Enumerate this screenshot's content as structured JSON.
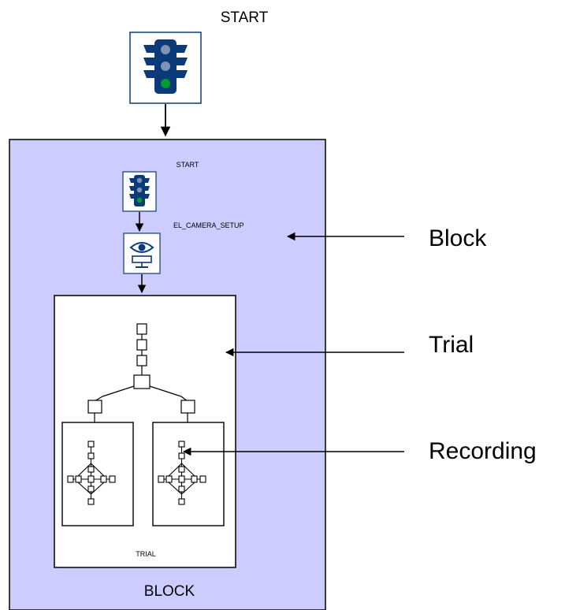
{
  "diagram": {
    "top_node_label": "START",
    "block": {
      "start_label": "START",
      "camera_label": "EL_CAMERA_SETUP",
      "title": "BLOCK",
      "trial": {
        "title": "TRIAL"
      }
    },
    "annotations": {
      "block": "Block",
      "trial": "Trial",
      "recording": "Recording"
    },
    "colors": {
      "block_fill": "#ccccff",
      "icon_fill": "#0a3a78",
      "light_idle": "#7f92b6",
      "light_green": "#009e2e",
      "stroke": "#000000"
    }
  }
}
